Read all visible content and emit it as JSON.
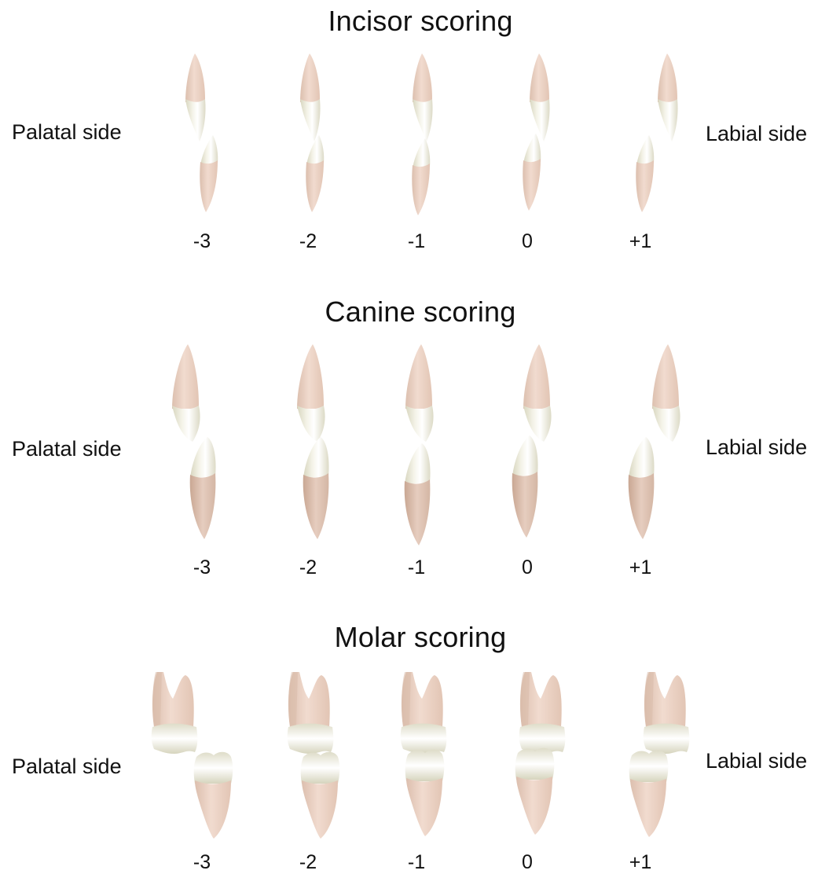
{
  "sections": [
    {
      "id": "incisor",
      "title": "Incisor scoring",
      "left_label": "Palatal side",
      "right_label": "Labial side",
      "scores": [
        "-3",
        "-2",
        "-1",
        "0",
        "+1"
      ]
    },
    {
      "id": "canine",
      "title": "Canine scoring",
      "left_label": "Palatal side",
      "right_label": "Labial side",
      "scores": [
        "-3",
        "-2",
        "-1",
        "0",
        "+1"
      ]
    },
    {
      "id": "molar",
      "title": "Molar scoring",
      "left_label": "Palatal side",
      "right_label": "Labial side",
      "scores": [
        "-3",
        "-2",
        "-1",
        "0",
        "+1"
      ]
    }
  ],
  "colors": {
    "root": "#ecd2c4",
    "root_dark": "#d8b8a4",
    "crown": "#f1f0e2",
    "crown_shade": "#d9d7c0",
    "crown_highlight": "#ffffff"
  }
}
